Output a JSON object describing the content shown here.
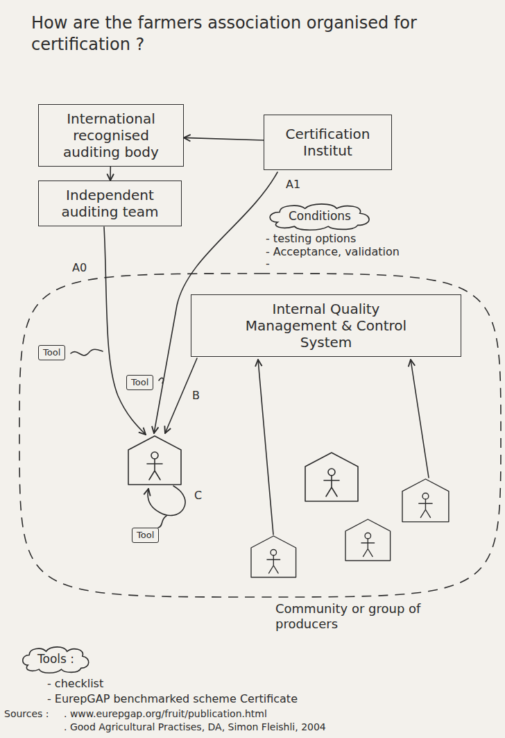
{
  "diagram": {
    "title": "How are the farmers association organised for certification ?",
    "nodes": [
      {
        "text": [
          "International recognised auditing body"
        ]
      },
      {
        "text": [
          "Certification Institut"
        ]
      },
      {
        "text": [
          "Independent auditing team"
        ]
      },
      {
        "text": [
          "Conditions"
        ]
      },
      {
        "text": [
          "Community or group of producers"
        ]
      },
      {
        "text": [
          "Tool"
        ],
        "in": 4
      },
      {
        "text": [
          "Internal Quality Management & Control System"
        ],
        "in": 4
      },
      {
        "text": [
          "Tool"
        ],
        "in": 4
      },
      {
        "text": [
          "Tool"
        ],
        "in": 4
      },
      {
        "text": [
          "Tools :"
        ]
      }
    ],
    "edges": [
      {
        "from": 1,
        "to": 0,
        "arrow": "to"
      },
      {
        "from": 0,
        "to": 2,
        "arrow": "to"
      }
    ],
    "labels": [
      "A1",
      "- testing options",
      "- Acceptance, validation",
      "-",
      "A0",
      "B",
      "C",
      "- checklist",
      "- EurepGAP benchmarked scheme Certificate",
      "Sources :",
      ". www.eurepgap.org/fruit/publication.html",
      ". Good Agricultural Practises, DA, Simon Fleishli, 2004"
    ]
  }
}
